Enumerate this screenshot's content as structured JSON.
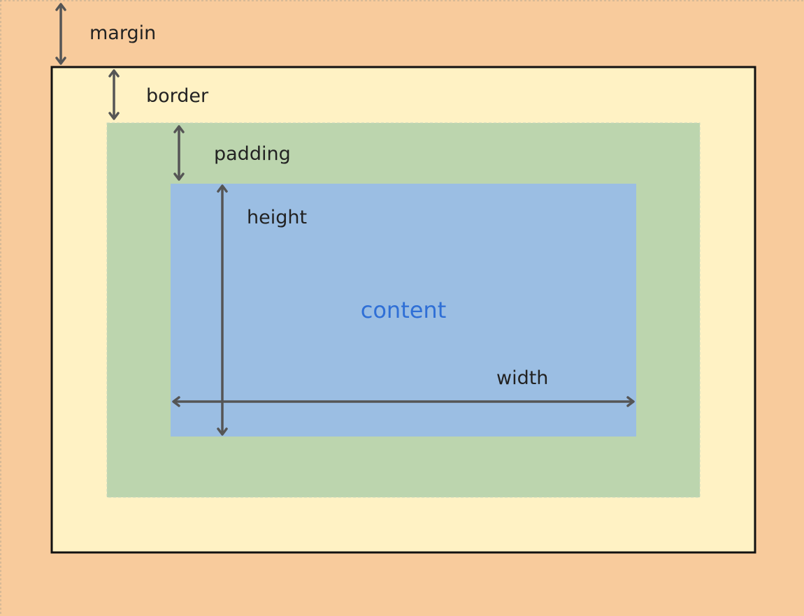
{
  "diagram": {
    "labels": {
      "margin": "margin",
      "border": "border",
      "padding": "padding",
      "height": "height",
      "content": "content",
      "width": "width"
    },
    "colors": {
      "margin": "#f8cb9c",
      "border_area": "#fff2c4",
      "border_line": "#111111",
      "padding": "#bcd5ae",
      "content": "#9bbee3",
      "content_text": "#2f6fd6",
      "arrow": "#555555"
    }
  }
}
